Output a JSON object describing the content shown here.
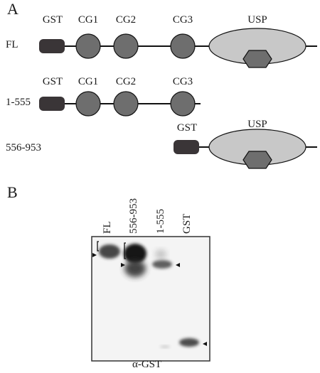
{
  "panel_a": {
    "letter": "A",
    "domain_labels": {
      "gst": "GST",
      "cg1": "CG1",
      "cg2": "CG2",
      "cg3": "CG3",
      "usp": "USP"
    },
    "constructs": [
      {
        "label": "FL"
      },
      {
        "label": "1-555"
      },
      {
        "label": "556-953"
      }
    ]
  },
  "panel_b": {
    "letter": "B",
    "lanes": [
      "FL",
      "556-953",
      "1-555",
      "GST"
    ],
    "antibody": "α-GST"
  },
  "colors": {
    "gst_box": "#3a3537",
    "cg_circle": "#6e6e6e",
    "usp_ellipse": "#c8c8c8",
    "usp_hexagon": "#6e6e6e",
    "line": "#111111"
  }
}
